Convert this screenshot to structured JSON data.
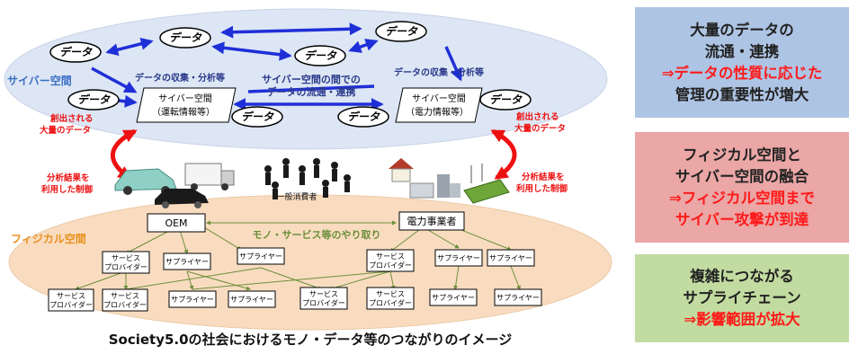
{
  "cyber": {
    "label": "サイバー空間",
    "bubble": "データ",
    "collect_left": "データの収集・分析等",
    "collect_right": "データの収集・分析等",
    "flow_line1": "サイバー空間の間での",
    "flow_line2": "データの流通・連携",
    "box_left_line1": "サイバー空間",
    "box_left_line2": "（運転情報等）",
    "box_right_line1": "サイバー空間",
    "box_right_line2": "（電力情報等）"
  },
  "arrows": {
    "left_top_1": "創出される",
    "left_top_2": "大量のデータ",
    "left_bottom_1": "分析結果を",
    "left_bottom_2": "利用した制御",
    "right_top_1": "創出される",
    "right_top_2": "大量のデータ",
    "right_bottom_1": "分析結果を",
    "right_bottom_2": "利用した制御"
  },
  "physical": {
    "label": "フィジカル空間",
    "consumers": "一般消費者",
    "exchange": "モノ・サービス等のやり取り",
    "oem": "OEM",
    "power": "電力事業者",
    "supplier": "サプライヤー",
    "provider_1": "サービス",
    "provider_2": "プロバイダー"
  },
  "caption": "Society5.0の社会におけるモノ・データ等のつながりのイメージ",
  "panels": [
    {
      "line1": "大量のデータの",
      "line2": "流通・連携",
      "red1": "⇒データの性質に応じた",
      "red2": "管理の重要性が増大"
    },
    {
      "line1": "フィジカル空間と",
      "line2": "サイバー空間の融合",
      "red1": "⇒フィジカル空間まで",
      "red2": "サイバー攻撃が到達"
    },
    {
      "line1": "複雑につながる",
      "line2": "サプライチェーン",
      "red1": "⇒影響範囲が拡大"
    }
  ],
  "colors": {
    "cyber_fill": "#dde6f4",
    "physical_fill": "#f9dcc0",
    "arrow_blue": "#1f2fd8",
    "arrow_red": "#ee1111",
    "panel_blue": "#aec4e4",
    "panel_red": "#eba6a6",
    "panel_green": "#c2dba0"
  }
}
